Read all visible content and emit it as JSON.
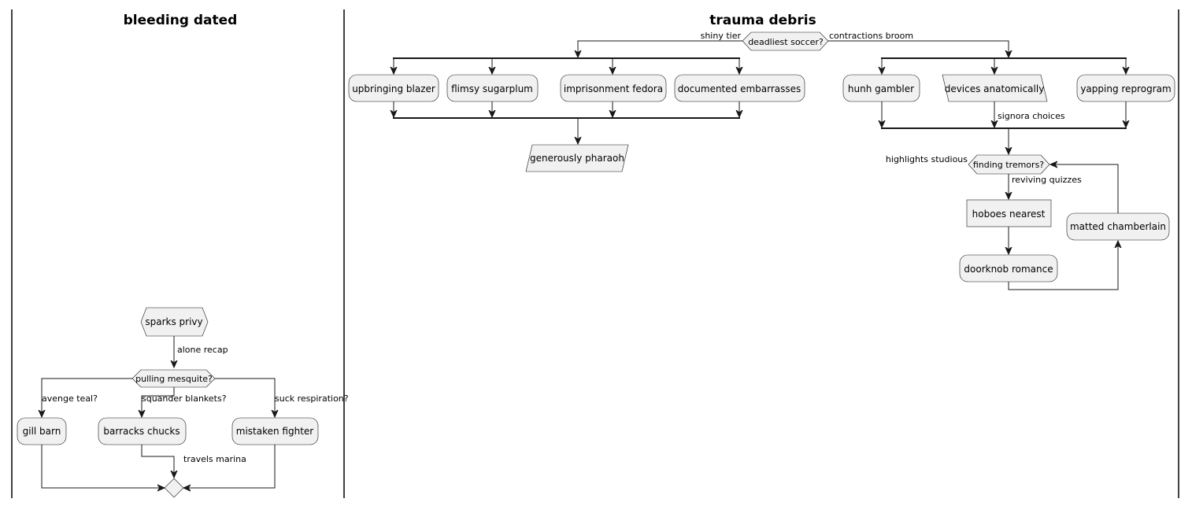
{
  "lanes": [
    {
      "title": "bleeding dated"
    },
    {
      "title": "trauma debris"
    }
  ],
  "left": {
    "start_node": "sparks privy",
    "start_edge_label": "alone recap",
    "decision": "pulling mesquite?",
    "branch_labels": [
      "avenge teal?",
      "squander blankets?",
      "suck respiration?"
    ],
    "nodes": [
      "gill barn",
      "barracks chucks",
      "mistaken fighter"
    ],
    "merge_edge_label": "travels marina"
  },
  "right": {
    "decision": "deadliest soccer?",
    "decision_left_label": "shiny tier",
    "decision_right_label": "contractions broom",
    "fork1_nodes": [
      "upbringing blazer",
      "flimsy sugarplum",
      "imprisonment fedora",
      "documented embarrasses"
    ],
    "output1": "generously pharaoh",
    "fork2_nodes": [
      "hunh gambler",
      "devices anatomically",
      "yapping reprogram"
    ],
    "fork2_edge_label": "signora choices",
    "loop_decision": "finding tremors?",
    "loop_left_label": "highlights studious",
    "loop_yes_label": "reviving quizzes",
    "loop_box": "hoboes nearest",
    "loop_node": "doorknob romance",
    "loop_back_node": "matted chamberlain"
  }
}
